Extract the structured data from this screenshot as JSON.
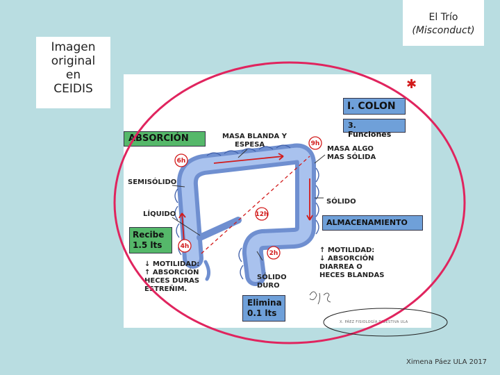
{
  "original_note": [
    "Imagen",
    "original",
    "en",
    "CEIDIS"
  ],
  "trio": {
    "line1": "El Trío",
    "line2": "(Misconduct)"
  },
  "credit": "Ximena Páez ULA 2017",
  "figure": {
    "colon_title": "I. COLON",
    "funciones": "3. Funciones",
    "absorcion": "ABSORCIÓN",
    "almacenamiento": "ALMACENAMIENTO",
    "recibe": [
      "Recibe",
      "1.5 lts"
    ],
    "elimina": [
      "Elimina",
      "0.1 lts"
    ],
    "masa_blanda": [
      "MASA BLANDA Y",
      "ESPESA"
    ],
    "masa_algo": [
      "MASA ALGO",
      "MAS SÓLIDA"
    ],
    "semisolido": "SEMISÓLIDO",
    "liquido": "LÍQUIDO",
    "solido": "SÓLIDO",
    "solido_duro": [
      "SÓLIDO",
      "DURO"
    ],
    "motilidad_left": [
      "↓ MOTILIDAD:",
      "↑ ABSORCIÓN",
      "HECES DURAS",
      "ESTREÑIM."
    ],
    "motilidad_right": [
      "↑ MOTILIDAD:",
      "↓ ABSORCIÓN",
      "DIARREA O",
      "HECES BLANDAS"
    ],
    "times": [
      "6h",
      "9h",
      "4h",
      "2h",
      "12h"
    ],
    "footer_caption": "X. PÁEZ   FISIOLOGÍA DIGESTIVA   ULA"
  },
  "colors": {
    "background": "#b9dde1",
    "colon": "#6f8fd0",
    "circle": "#e0245e",
    "label_blue": "#6fa0d9",
    "label_green": "#55b86a"
  }
}
